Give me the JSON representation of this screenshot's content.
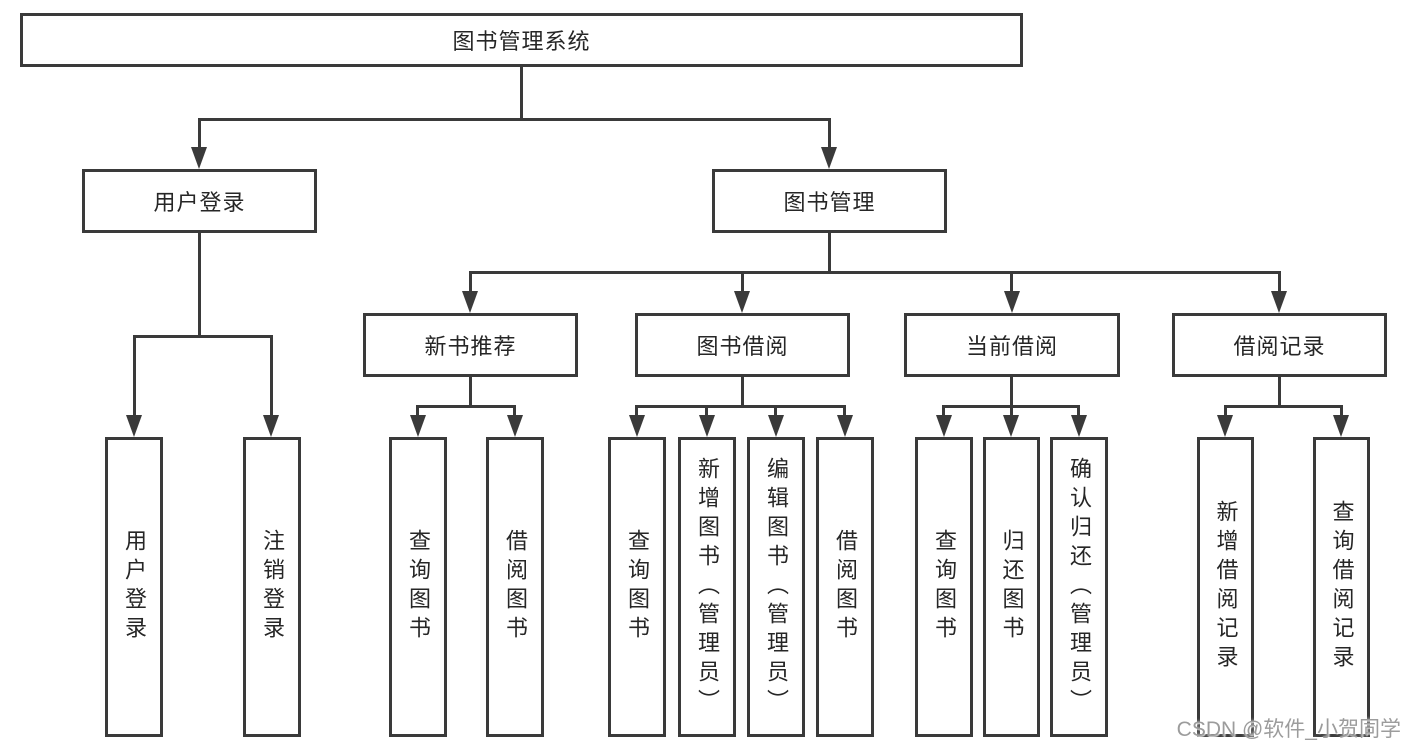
{
  "colors": {
    "line": "#3a3a3a",
    "text": "#262626",
    "background": "#ffffff",
    "watermark": "#9c9c9c"
  },
  "watermark": {
    "text": "CSDN @软件_小贺同学"
  },
  "diagram": {
    "root": {
      "label": "图书管理系统"
    },
    "branches": [
      {
        "label": "用户登录",
        "children": [
          {
            "label": "用户登录"
          },
          {
            "label": "注销登录"
          }
        ]
      },
      {
        "label": "图书管理",
        "children": [
          {
            "label": "新书推荐",
            "children": [
              {
                "label": "查询图书"
              },
              {
                "label": "借阅图书"
              }
            ]
          },
          {
            "label": "图书借阅",
            "children": [
              {
                "label": "查询图书"
              },
              {
                "label": "新增图书（管理员）"
              },
              {
                "label": "编辑图书（管理员）"
              },
              {
                "label": "借阅图书"
              }
            ]
          },
          {
            "label": "当前借阅",
            "children": [
              {
                "label": "查询图书"
              },
              {
                "label": "归还图书"
              },
              {
                "label": "确认归还（管理员）"
              }
            ]
          },
          {
            "label": "借阅记录",
            "children": [
              {
                "label": "新增借阅记录"
              },
              {
                "label": "查询借阅记录"
              }
            ]
          }
        ]
      }
    ]
  }
}
